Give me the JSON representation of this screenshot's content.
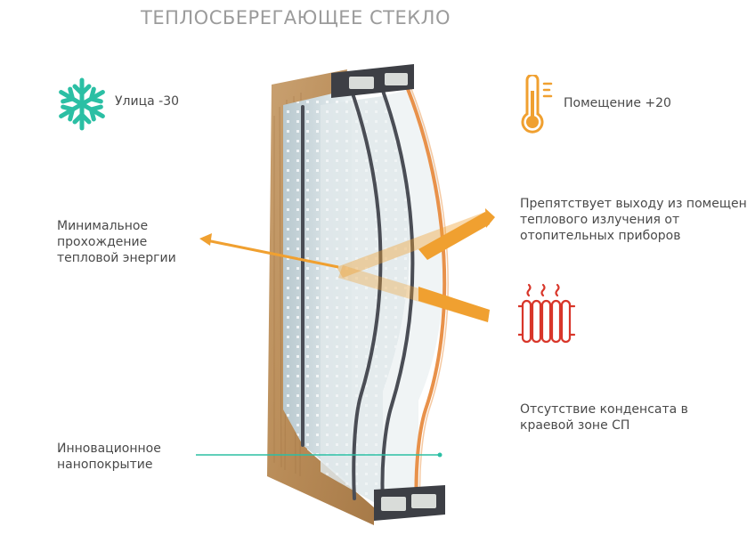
{
  "title": "ТЕПЛОСБЕРЕГАЮЩЕЕ СТЕКЛО",
  "labels": {
    "street": "Улица -30",
    "room": "Помещение +20",
    "min_heat": [
      "Минимальное",
      "прохождение",
      "тепловой энергии"
    ],
    "prevents": [
      "Препятствует выходу из помещения",
      "теплового излучения от",
      "отопительных приборов"
    ],
    "no_condensate": [
      "Отсутствие конденсата в",
      "краевой зоне СП"
    ],
    "nanocoat": [
      "Инновационное",
      "нанопокрытие"
    ]
  },
  "icons": {
    "snowflake": "snowflake-icon",
    "thermometer": "thermometer-icon",
    "radiator": "radiator-icon"
  },
  "colors": {
    "teal": "#2bbfa4",
    "orange": "#f0a030",
    "red": "#d8362a",
    "title_gray": "#9b9b9b",
    "text": "#4a4a4a"
  }
}
